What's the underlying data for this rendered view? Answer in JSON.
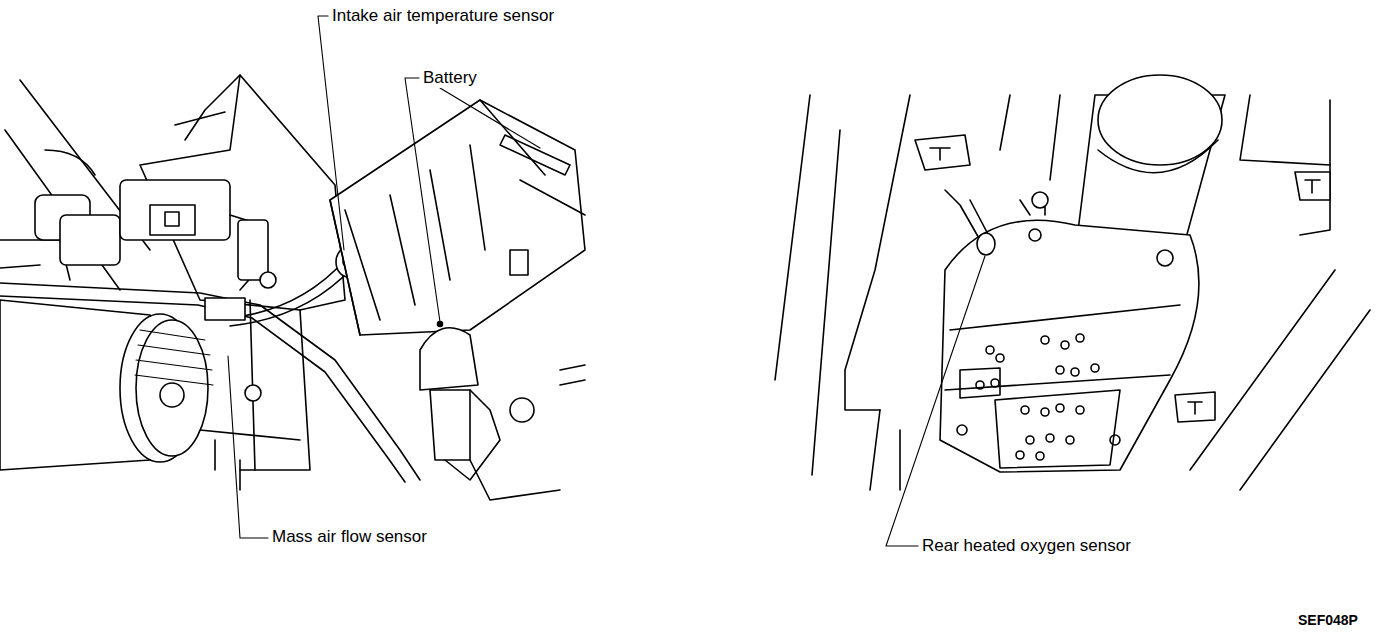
{
  "diagram": {
    "labels": [
      "Intake air temperature sensor",
      "Battery",
      "Mass air flow sensor",
      "Rear heated oxygen sensor",
      "SEF048P"
    ]
  }
}
